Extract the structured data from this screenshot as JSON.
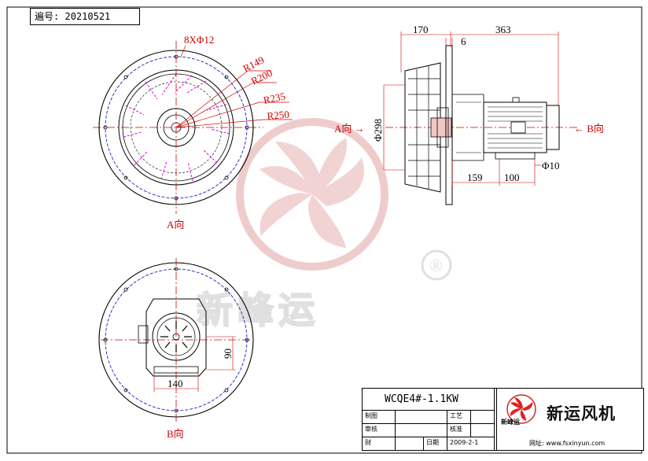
{
  "drawing_code": {
    "label": "遍号:",
    "value": "20210521"
  },
  "front_view": {
    "dimensions": {
      "holes": "8XΦ12",
      "r1": "R149",
      "r2": "R200",
      "r3": "R235",
      "r4": "R250"
    },
    "view_label": "A向"
  },
  "side_view": {
    "dimensions": {
      "d170": "170",
      "d6": "6",
      "d363": "363",
      "d298": "Φ298",
      "d159": "159",
      "d100": "100",
      "d10": "Φ10"
    },
    "arrow_a": "A向 →",
    "arrow_b": "← B向"
  },
  "rear_view": {
    "dimensions": {
      "d140": "140",
      "d90": "90"
    },
    "view_label": "B向"
  },
  "watermark": {
    "text": "新峰运",
    "registered": "®"
  },
  "title_block": {
    "model": "WCQE4#-1.1KW",
    "rows": [
      {
        "label": "制图",
        "right_label": "工艺"
      },
      {
        "label": "审核",
        "right_label": "核准"
      },
      {
        "label": "财",
        "right_label": "日期",
        "date": "2009-2-1"
      }
    ],
    "brand_small": "新峰运",
    "brand_name": "新运风机",
    "website_label": "网址:",
    "website": "www.fsxinyun.com"
  },
  "colors": {
    "line": "#000000",
    "center_line": "#d00000",
    "blade": "#e000e0",
    "circle": "#2020c0",
    "watermark": "#e6a0a0"
  }
}
